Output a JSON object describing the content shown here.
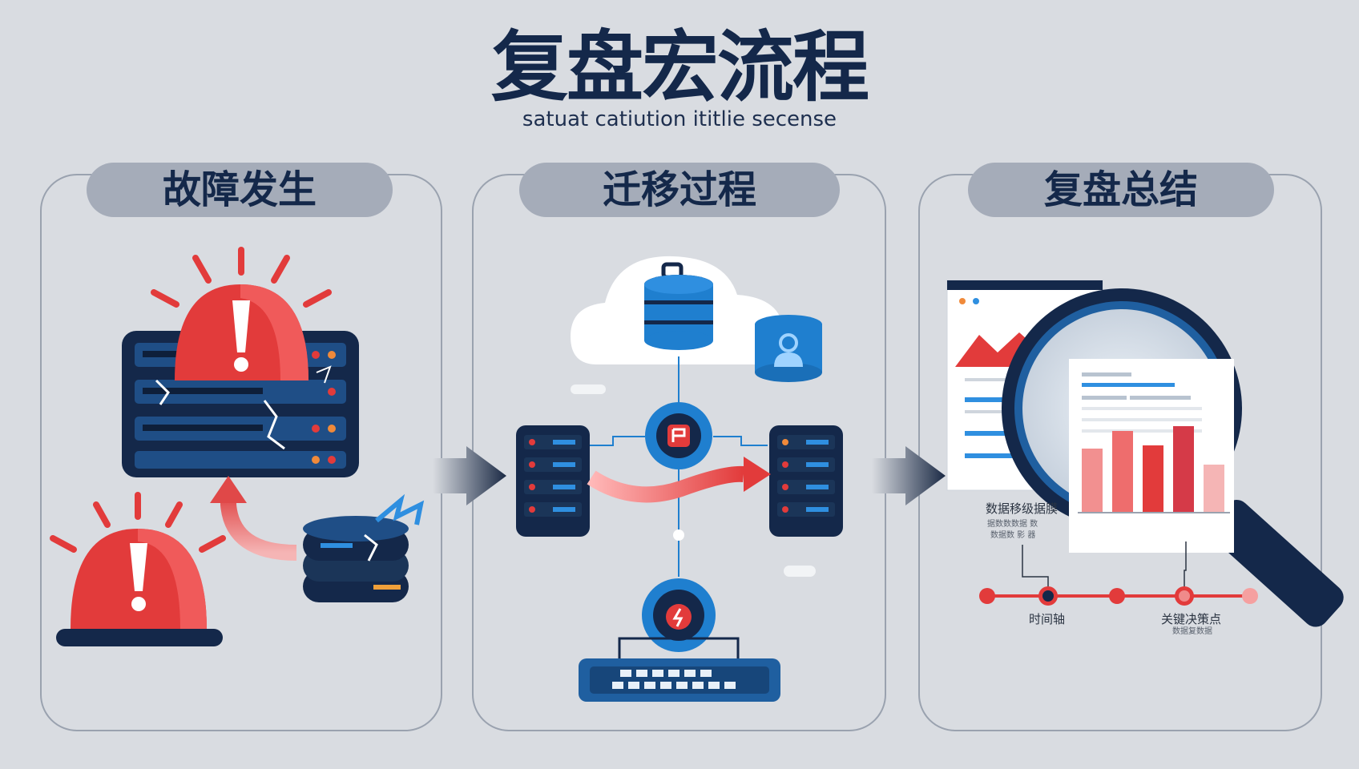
{
  "title": "复盘宏流程",
  "subtitle": "satuat catiution ititlie secense",
  "stages": [
    {
      "label": "故障发生"
    },
    {
      "label": "迁移过程"
    },
    {
      "label": "复盘总结"
    }
  ],
  "report": {
    "caption": "数据移级据膜",
    "caption_sub_1": "据数数数据 数",
    "caption_sub_2": "数据数 影 器",
    "timeline_label": "时间轴",
    "key_label": "关键决策点",
    "key_sub": "数据复数据"
  },
  "colors": {
    "navy": "#14284a",
    "alert_red": "#e23b3b",
    "blue": "#1f7fcf",
    "pill_gray": "#a5acb9"
  }
}
